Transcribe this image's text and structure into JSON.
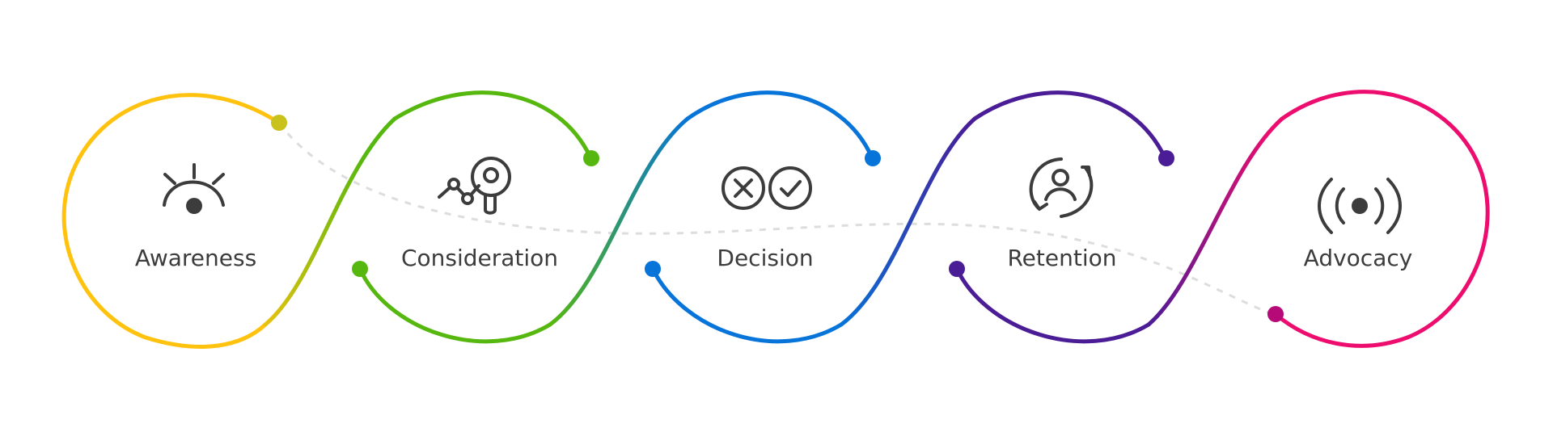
{
  "diagram": {
    "stages": [
      {
        "label": "Awareness",
        "icon": "eye-icon"
      },
      {
        "label": "Consideration",
        "icon": "graph-magnifier-icon"
      },
      {
        "label": "Decision",
        "icon": "x-check-icon"
      },
      {
        "label": "Retention",
        "icon": "user-refresh-icon"
      },
      {
        "label": "Advocacy",
        "icon": "broadcast-icon"
      }
    ],
    "colors": {
      "awareness": "#FFC30F",
      "awareness_dot": "#C9C21C",
      "consideration": "#56B80E",
      "decision": "#0674D9",
      "retention": "#4A1C96",
      "advocacy": "#EC0D6E",
      "advocacy_dot": "#B50A78",
      "dashed_line": "#DDDDDD",
      "icon": "#3C3C3C",
      "text": "#3C3C3C"
    }
  }
}
